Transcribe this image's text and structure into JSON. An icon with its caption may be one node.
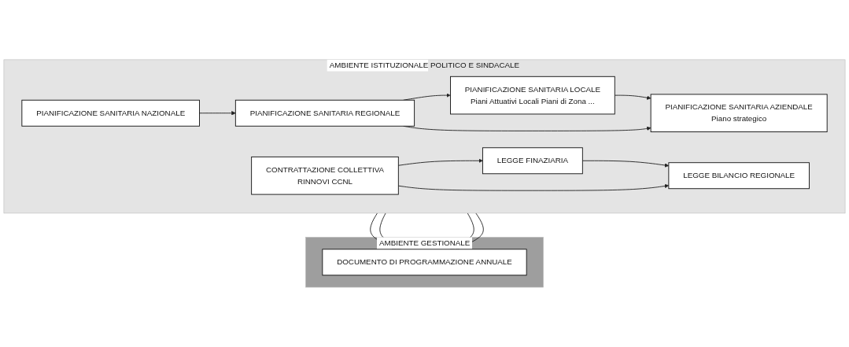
{
  "diagram": {
    "nodes": [
      {
        "text": [
          "AMBIENTE ISTITUZIONALE POLITICO E SINDACALE"
        ]
      },
      {
        "text": [
          "PIANIFICAZIONE SANITARIA NAZIONALE"
        ],
        "in": 0
      },
      {
        "text": [
          "PIANIFICAZIONE SANITARIA REGIONALE"
        ],
        "in": 0
      },
      {
        "text": [
          "PIANIFICAZIONE SANITARIA LOCALE",
          "Piani Attuativi Locali Piani di Zona ..."
        ],
        "in": 0
      },
      {
        "text": [
          "PIANIFICAZIONE SANITARIA AZIENDALE",
          "Piano strategico"
        ],
        "in": 0
      },
      {
        "text": [
          "LEGGE FINAZIARIA"
        ],
        "in": 0
      },
      {
        "text": [
          "LEGGE BILANCIO REGIONALE"
        ],
        "in": 0
      },
      {
        "text": [
          "CONTRATTAZIONE COLLETTIVA",
          "RINNOVI CCNL"
        ],
        "in": 0
      },
      {
        "text": [
          "AMBIENTE GESTIONALE"
        ]
      },
      {
        "text": [
          "DOCUMENTO DI PROGRAMMAZIONE ANNUALE"
        ],
        "in": 8
      }
    ],
    "edges": [
      {
        "from": 1,
        "to": 2,
        "arrow": "to"
      },
      {
        "from": 2,
        "to": 3,
        "arrow": "to"
      },
      {
        "from": 3,
        "to": 4,
        "arrow": "to"
      },
      {
        "from": 2,
        "to": 4,
        "arrow": "to"
      },
      {
        "from": 5,
        "to": 6,
        "arrow": "to"
      },
      {
        "from": 7,
        "to": 5,
        "arrow": "to"
      },
      {
        "from": 7,
        "to": 6,
        "arrow": "to"
      },
      {
        "from": 0,
        "to": 9,
        "arrow": "to"
      },
      {
        "from": 0,
        "to": 9,
        "arrow": "to"
      },
      {
        "from": 0,
        "to": 9,
        "arrow": "to"
      },
      {
        "from": 0,
        "to": 9,
        "arrow": "to"
      }
    ]
  }
}
